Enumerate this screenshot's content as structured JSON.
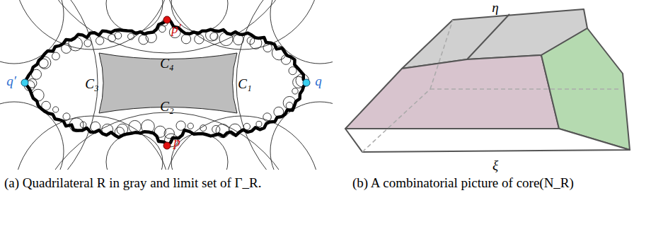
{
  "diagram": {
    "labels": [
      "p′",
      "q′",
      "C₃",
      "C₄",
      "C₂",
      "C₁",
      "q",
      "p",
      "η",
      "ξ",
      "(a) Quadrilateral R in gray and limit set of Γ_R.",
      "(b) A combinatorial picture of core(N_R)"
    ]
  }
}
